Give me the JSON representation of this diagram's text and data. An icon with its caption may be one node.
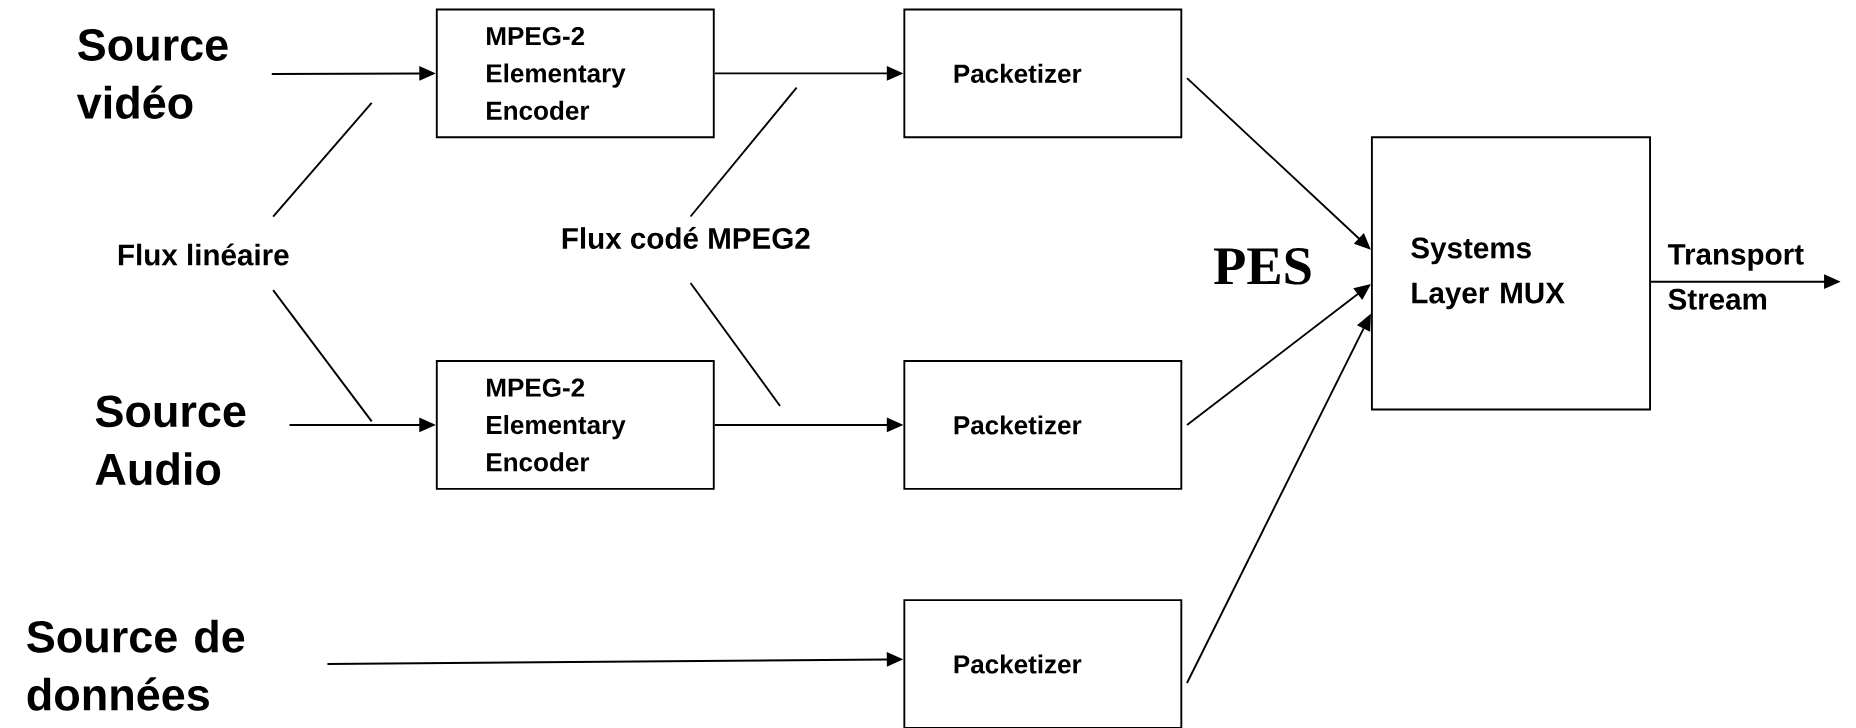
{
  "diagram": {
    "nodes": [
      {
        "text": [
          "Source vidéo"
        ]
      },
      {
        "text": [
          "MPEG-2 Elementary Encoder"
        ]
      },
      {
        "text": [
          "Packetizer"
        ]
      },
      {
        "text": [
          "Source Audio"
        ]
      },
      {
        "text": [
          "MPEG-2 Elementary Encoder"
        ]
      },
      {
        "text": [
          "Packetizer"
        ]
      },
      {
        "text": [
          "Source de données"
        ]
      },
      {
        "text": [
          "Packetizer"
        ]
      },
      {
        "text": [
          "Systems Layer MUX"
        ]
      },
      {
        "text": [
          "Flux linéaire"
        ]
      },
      {
        "text": [
          "Flux codé MPEG2"
        ]
      }
    ],
    "edges": [
      {
        "from": 0,
        "to": 1,
        "arrow": "to"
      },
      {
        "from": 1,
        "to": 2,
        "arrow": "to"
      },
      {
        "from": 3,
        "to": 4,
        "arrow": "to"
      },
      {
        "from": 4,
        "to": 5,
        "arrow": "to"
      },
      {
        "from": 6,
        "to": 7,
        "arrow": "to"
      },
      {
        "from": 2,
        "to": 8,
        "arrow": "to"
      },
      {
        "from": 5,
        "to": 8,
        "arrow": "to"
      },
      {
        "from": 7,
        "to": 8,
        "arrow": "to"
      },
      {
        "from": 8,
        "to": null,
        "arrow": "to",
        "label": "Transport Stream"
      },
      {
        "from": 9,
        "to": null,
        "arrow": "none"
      },
      {
        "from": 9,
        "to": null,
        "arrow": "none"
      },
      {
        "from": 10,
        "to": null,
        "arrow": "none"
      },
      {
        "from": 10,
        "to": null,
        "arrow": "none"
      }
    ],
    "labels": [
      "PES"
    ]
  }
}
